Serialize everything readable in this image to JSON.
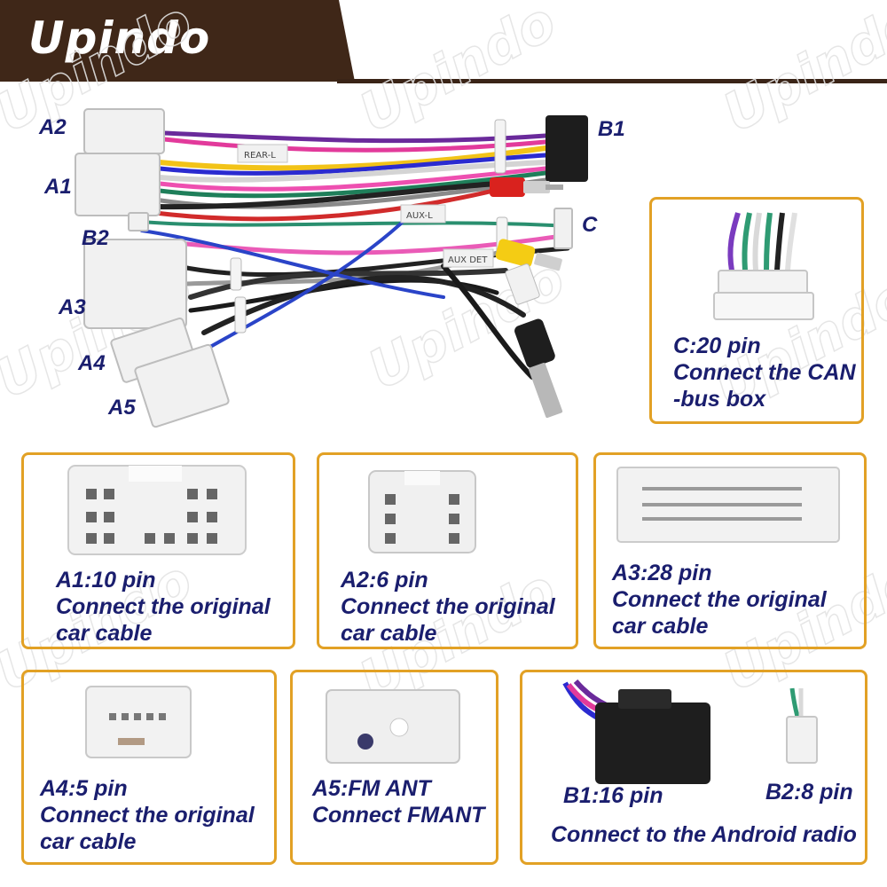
{
  "brand": "Upindo",
  "watermark_text": "Upindo",
  "colors": {
    "brand_banner": "#3f2718",
    "box_border": "#e2a125",
    "label_text": "#1a1e6e"
  },
  "harness_labels": {
    "a2": "A2",
    "a1": "A1",
    "b2": "B2",
    "a3": "A3",
    "a4": "A4",
    "a5": "A5",
    "b1": "B1",
    "c": "C"
  },
  "wire_tags": {
    "tag1": "REAR-L",
    "tag2": "AUX-L",
    "tag3": "AUX DET"
  },
  "connectors": {
    "c": {
      "title": "C:20 pin",
      "line1": "Connect the CAN",
      "line2": "-bus box"
    },
    "a1": {
      "title": "A1:10 pin",
      "line1": "Connect the original",
      "line2": "car cable"
    },
    "a2": {
      "title": "A2:6 pin",
      "line1": "Connect the original",
      "line2": "car cable"
    },
    "a3": {
      "title": "A3:28 pin",
      "line1": "Connect the original",
      "line2": "car cable"
    },
    "a4": {
      "title": "A4:5 pin",
      "line1": "Connect the original",
      "line2": "car cable"
    },
    "a5": {
      "title": "A5:FM ANT",
      "line1": "Connect FMANT"
    },
    "b1": {
      "title": "B1:16 pin"
    },
    "b2": {
      "title": "B2:8 pin"
    },
    "b_caption": "Connect to the Android radio"
  }
}
